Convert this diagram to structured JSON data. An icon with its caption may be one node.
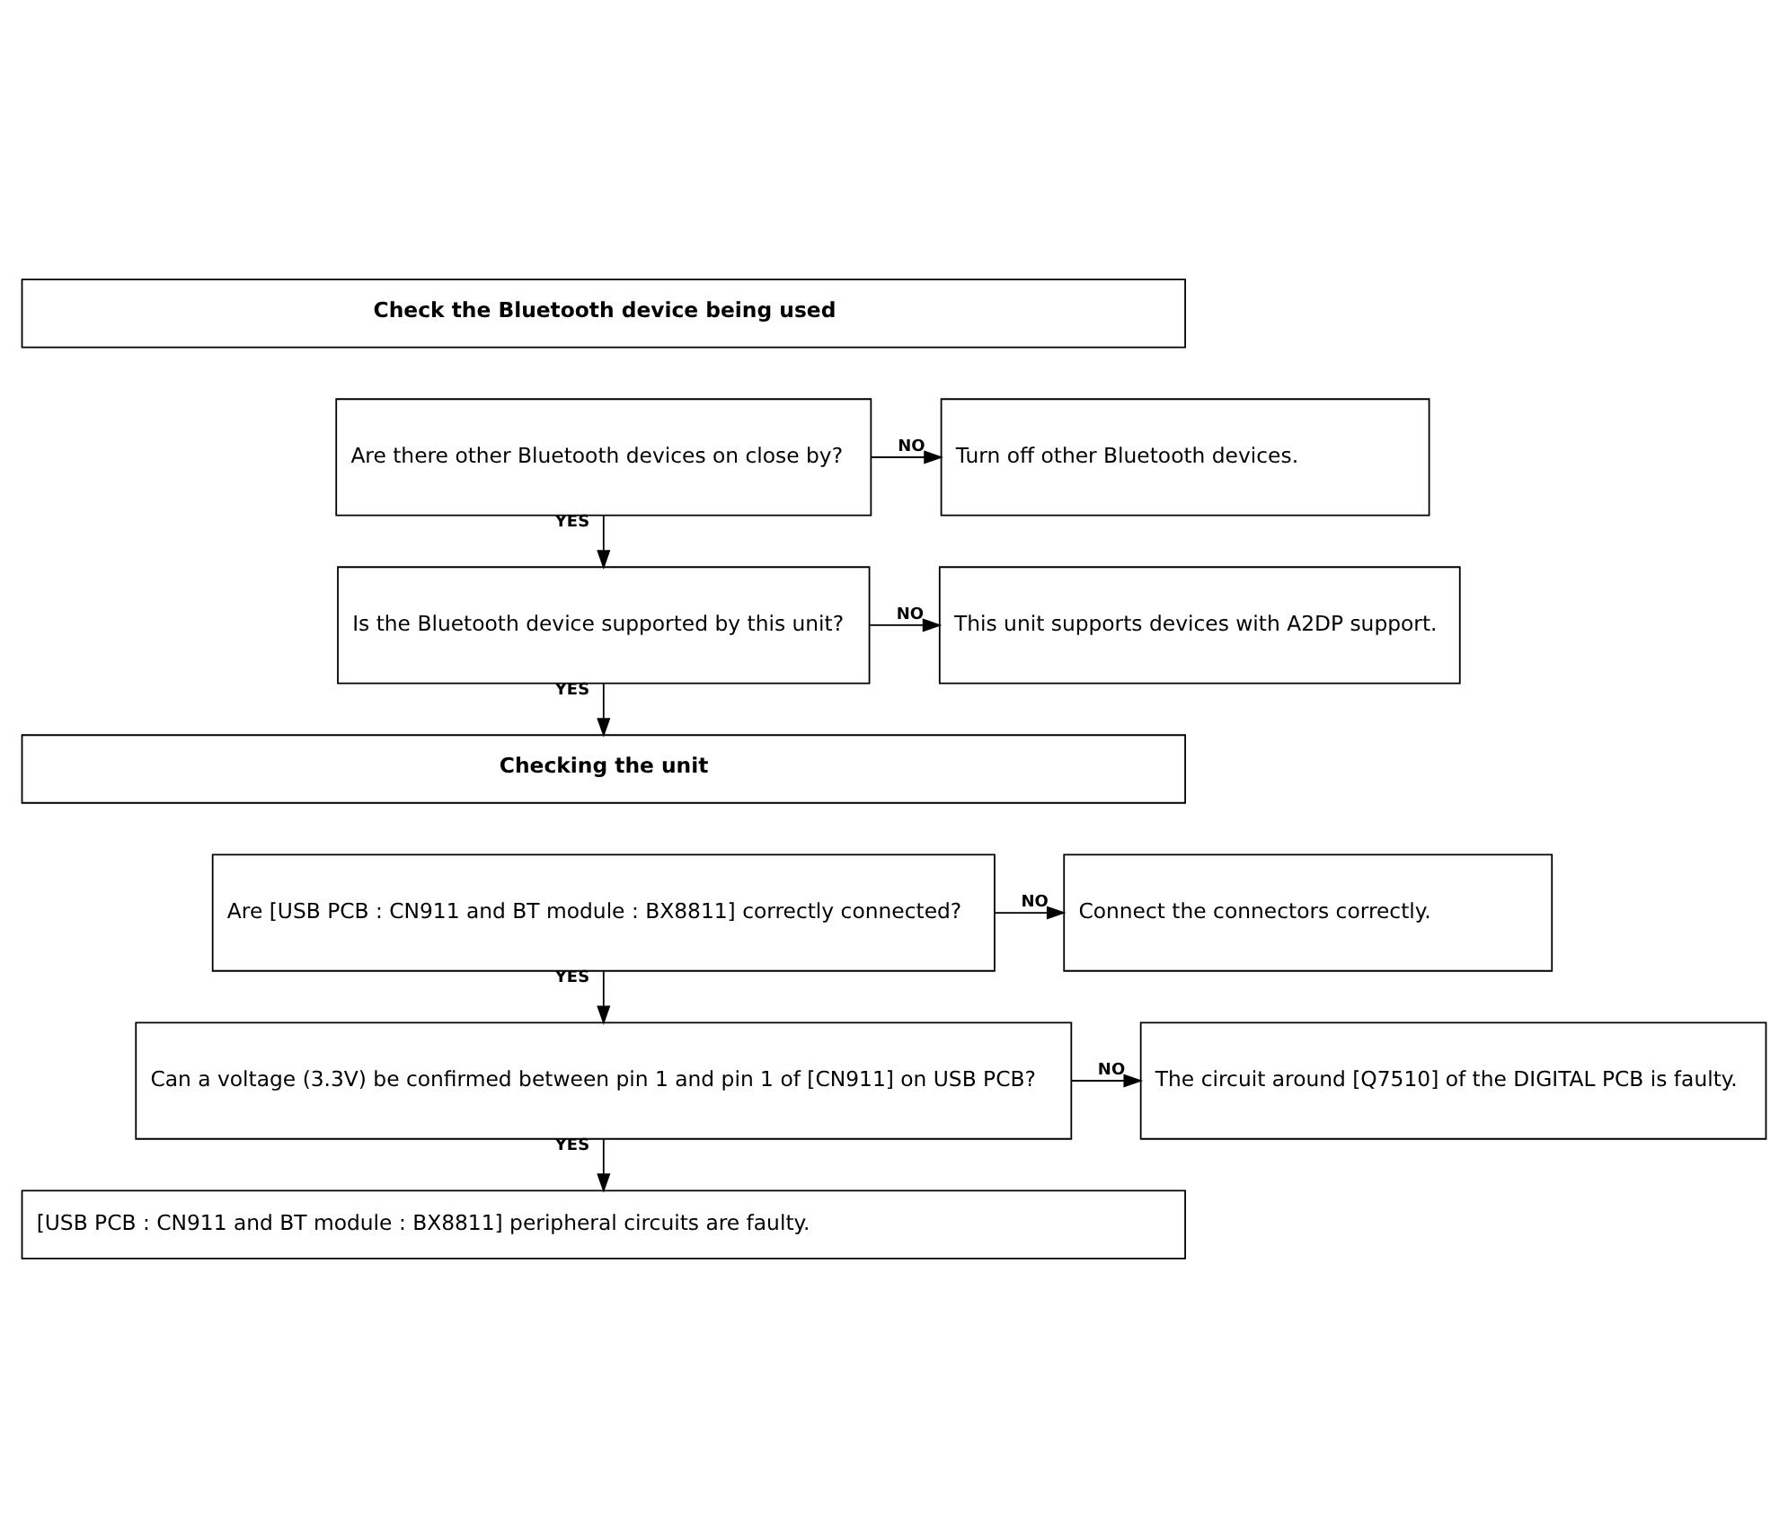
{
  "diagram": {
    "nodes": [
      {
        "text": [
          "Check the Bluetooth device being used"
        ]
      },
      {
        "text": [
          "Are there other Bluetooth devices on close by?"
        ]
      },
      {
        "text": [
          "Turn off other Bluetooth devices."
        ]
      },
      {
        "text": [
          "Is the Bluetooth device supported by this unit?"
        ]
      },
      {
        "text": [
          "This unit supports devices with A2DP support."
        ]
      },
      {
        "text": [
          "Checking the unit"
        ]
      },
      {
        "text": [
          "Are [USB PCB : CN911 and BT module : BX8811] correctly connected?"
        ]
      },
      {
        "text": [
          "Connect the connectors correctly."
        ]
      },
      {
        "text": [
          "Can a voltage (3.3V) be confirmed between pin 1 and pin 1 of [CN911] on USB PCB?"
        ]
      },
      {
        "text": [
          "The circuit around [Q7510] of the DIGITAL PCB is faulty."
        ]
      },
      {
        "text": [
          "[USB PCB : CN911 and BT module : BX8811] peripheral circuits are faulty."
        ]
      }
    ],
    "edges": [
      {
        "from": 1,
        "to": 2,
        "arrow": "to",
        "label": "NO"
      },
      {
        "from": 1,
        "to": 3,
        "arrow": "to",
        "label": "YES"
      },
      {
        "from": 3,
        "to": 4,
        "arrow": "to",
        "label": "NO"
      },
      {
        "from": 3,
        "to": 5,
        "arrow": "to",
        "label": "YES"
      },
      {
        "from": 6,
        "to": 7,
        "arrow": "to",
        "label": "NO"
      },
      {
        "from": 6,
        "to": 8,
        "arrow": "to",
        "label": "YES"
      },
      {
        "from": 8,
        "to": 9,
        "arrow": "to",
        "label": "NO"
      },
      {
        "from": 8,
        "to": 10,
        "arrow": "to",
        "label": "YES"
      }
    ]
  }
}
